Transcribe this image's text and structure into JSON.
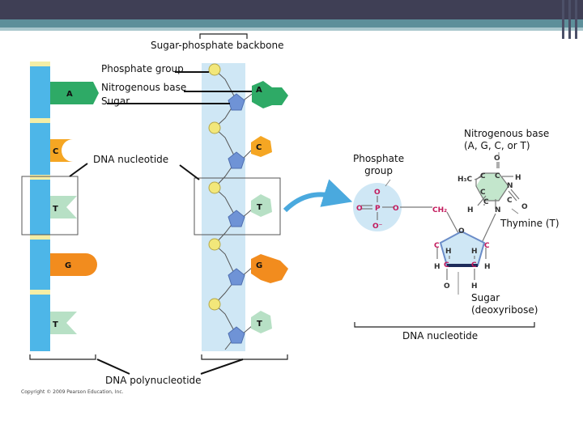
{
  "labels": {
    "backbone": "Sugar-phosphate backbone",
    "phosphate_group": "Phosphate group",
    "nitrogenous_base": "Nitrogenous base",
    "sugar": "Sugar",
    "dna_nucleotide_left": "DNA nucleotide",
    "phosphate_group_right": "Phosphate\ngroup",
    "nitrogenous_base_right": "Nitrogenous base\n(A, G, C, or T)",
    "thymine": "Thymine (T)",
    "sugar_deoxyribose": "Sugar\n(deoxyribose)",
    "dna_nucleotide_bottom": "DNA nucleotide",
    "dna_polynucleotide": "DNA polynucleotide",
    "copyright": "Copyright © 2009 Pearson Education, Inc."
  },
  "bases": [
    "A",
    "C",
    "T",
    "G",
    "T"
  ],
  "atoms": {
    "O": "O",
    "P": "P",
    "N": "N",
    "C": "C",
    "H": "H",
    "CH2": "CH₂",
    "H3C": "H₃C",
    "O_minus": "O⁻"
  },
  "colors": {
    "backbone_blue": "#4db6e8",
    "backbone_light": "#cfe7f5",
    "base_A": "#2eaa66",
    "base_C": "#f5a623",
    "base_T": "#b7e0c5",
    "base_G": "#f28c1e",
    "phosphate": "#f2e77a",
    "sugar": "#6f93d6",
    "arrow": "#4aa9de"
  }
}
